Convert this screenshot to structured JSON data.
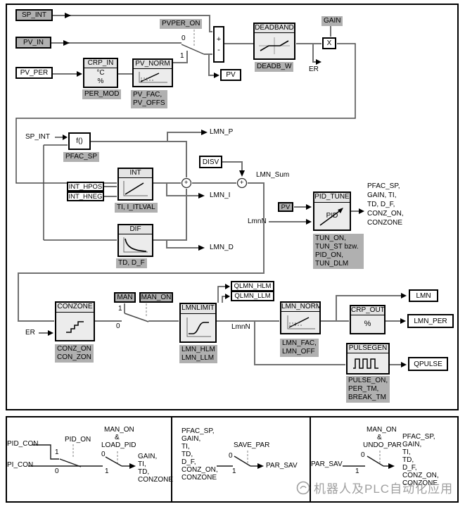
{
  "top": {
    "sp_int": "SP_INT",
    "pv_in": "PV_IN",
    "pv_per": "PV_PER",
    "pvper_on": "PVPER_ON",
    "sw_zero": "0",
    "sw_one": "1",
    "crp_in_title": "CRP_IN",
    "crp_in_unit1": "°C",
    "crp_in_unit2": "%",
    "per_mod": "PER_MOD",
    "pv_norm_title": "PV_NORM",
    "pv_fac": "PV_FAC,\nPV_OFFS",
    "plus": "+",
    "minus": "-",
    "pv": "PV",
    "deadband_title": "DEADBAND",
    "deadb_w": "DEADB_W",
    "gain": "GAIN",
    "mult": "X",
    "er": "ER"
  },
  "kernel": {
    "sp_int": "SP_INT",
    "f_block": "f()",
    "pfac_sp": "PFAC_SP",
    "lmn_p": "LMN_P",
    "int_hpos": "INT_HPOS",
    "int_hneg": "INT_HNEG",
    "int_title": "INT",
    "ti_label": "TI, I_ITLVAL",
    "dif_title": "DIF",
    "td_label": "TD, D_F",
    "lmn_i": "LMN_I",
    "lmn_d": "LMN_D",
    "disv": "DISV",
    "plus1": "+",
    "plus2": "+",
    "lmn_sum": "LMN_Sum"
  },
  "pid_tune": {
    "title": "PID_TUNE",
    "body": "PID",
    "pv": "PV",
    "lmnn": "LmnN",
    "out_params": "PFAC_SP,\nGAIN, TI,\nTD, D_F,\nCONZ_ON,\nCONZONE",
    "tun_label": "TUN_ON,\nTUN_ST bzw.\nPID_ON,\nTUN_DLM"
  },
  "output_stage": {
    "er": "ER",
    "conzone_title": "CONZONE",
    "conz_label": "CONZ_ON\nCON_ZON",
    "sw_zero": "0",
    "sw_one": "1",
    "man": "MAN",
    "man_on": "MAN_ON",
    "lmnlimit_title": "LMNLIMIT",
    "lmn_hlm": "LMN_HLM\nLMN_LLM",
    "qlmn_hlm": "QLMN_HLM",
    "qlmn_llm": "QLMN_LLM",
    "lmnn": "LmnN",
    "lmn_norm_title": "LMN_NORM",
    "lmn_fac": "LMN_FAC,\nLMN_OFF",
    "crp_out_title": "CRP_OUT",
    "crp_out_unit": "%",
    "lmn": "LMN",
    "lmn_per": "LMN_PER",
    "pulsegen_title": "PULSEGEN",
    "pulse_label": "PULSE_ON,\nPER_TM,\nBREAK_TM",
    "qpulse": "QPULSE"
  },
  "panel1": {
    "pid_con": "PID_CON",
    "pi_con": "PI_CON",
    "pid_on": "PID_ON",
    "one_a": "1",
    "zero_a": "0",
    "man_on": "MAN_ON",
    "amp": "&",
    "load_pid": "LOAD_PID",
    "zero_b": "0",
    "one_b": "1",
    "out_params": "GAIN,\nTI,\nTD,\nCONZONE"
  },
  "panel2": {
    "params": "PFAC_SP,\nGAIN,\nTI,\nTD,\nD_F,\nCONZ_ON,\nCONZONE",
    "save_par": "SAVE_PAR",
    "zero": "0",
    "one": "1",
    "par_sav": "PAR_SAV"
  },
  "panel3": {
    "par_sav": "PAR_SAV",
    "man_on": "MAN_ON",
    "amp": "&",
    "undo_par": "UNDO_PAR",
    "zero": "0",
    "one": "1",
    "params": "PFAC_SP,\nGAIN,\nTI,\nTD,\nD_F,\nCONZ_ON,\nCONZONE"
  },
  "watermark": {
    "text": "机器人及PLC自动化应用"
  },
  "colors": {
    "label_gray": "#b0b0b0",
    "block_fill": "#ececec",
    "wire": "#707070"
  }
}
